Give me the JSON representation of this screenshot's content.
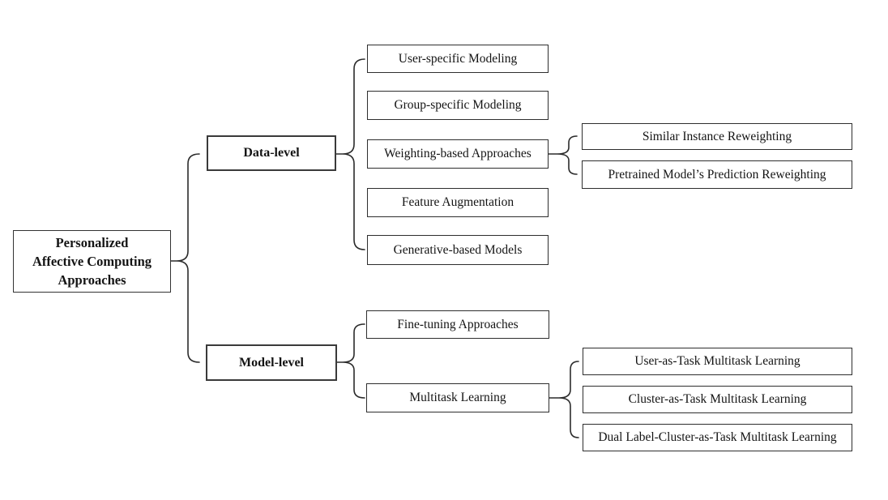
{
  "diagram_title": "Personalized Affective Computing Approaches taxonomy",
  "colors": {
    "background": "#ffffff",
    "box_border": "#2e2e2e",
    "text": "#141414",
    "connector": "#2b2b2b"
  },
  "root": {
    "line1": "Personalized",
    "line2": "Affective Computing",
    "line3": "Approaches"
  },
  "level1": {
    "data_level": "Data-level",
    "model_level": "Model-level"
  },
  "data_level_children": {
    "user_specific": "User-specific Modeling",
    "group_specific": "Group-specific Modeling",
    "weighting_based": "Weighting-based Approaches",
    "feature_augmentation": "Feature Augmentation",
    "generative_based": "Generative-based Models"
  },
  "weighting_children": {
    "similar_instance": "Similar Instance Reweighting",
    "pretrained_prediction": "Pretrained Model’s Prediction Reweighting"
  },
  "model_level_children": {
    "fine_tuning": "Fine-tuning Approaches",
    "multitask": "Multitask Learning"
  },
  "multitask_children": {
    "user_as_task": "User-as-Task Multitask Learning",
    "cluster_as_task": "Cluster-as-Task Multitask Learning",
    "dual_label_cluster": "Dual Label-Cluster-as-Task Multitask Learning"
  }
}
